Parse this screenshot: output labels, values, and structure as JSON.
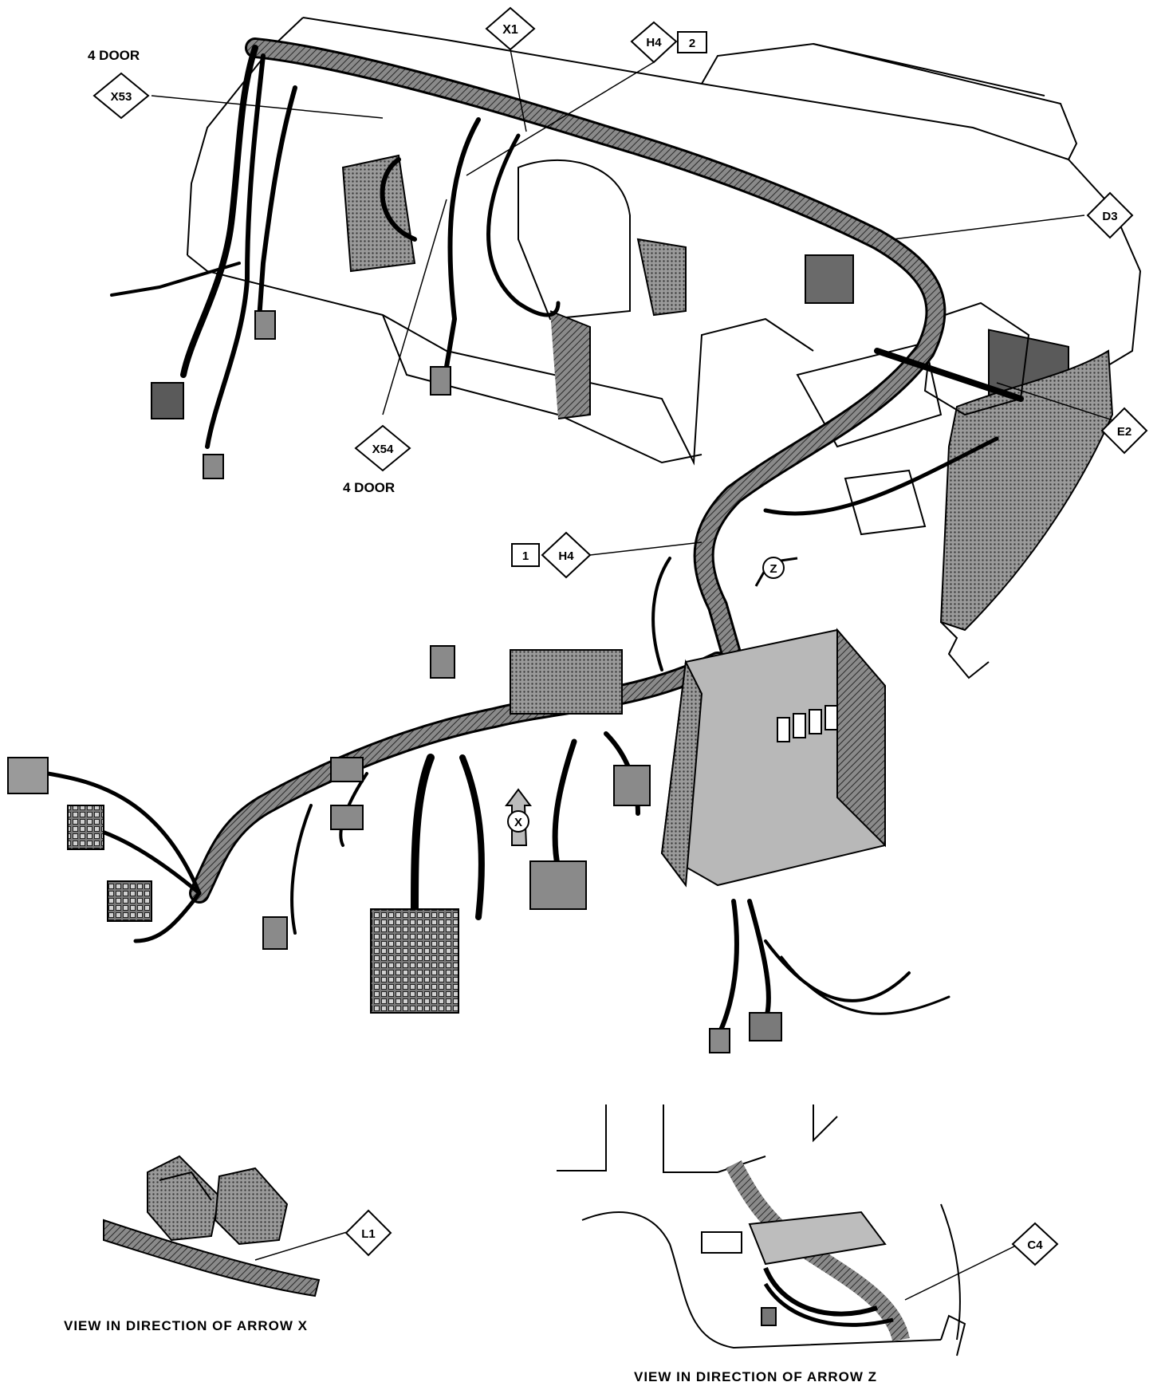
{
  "colors": {
    "ink": "#000000",
    "paper": "#ffffff",
    "hatch": "#6e6e6e",
    "shade": "#4a4a4a"
  },
  "callouts": {
    "x1": "X1",
    "h4_top": "H4",
    "h4_top_num": "2",
    "x53": "X53",
    "x54": "X54",
    "d3": "D3",
    "e2": "E2",
    "h4_mid": "H4",
    "h4_mid_num": "1",
    "l1": "L1",
    "c4": "C4"
  },
  "notes": {
    "four_door_top": "4 DOOR",
    "four_door_bottom": "4 DOOR"
  },
  "arrows": {
    "x": "X",
    "z": "Z"
  },
  "captions": {
    "view_x": "VIEW IN DIRECTION OF ARROW X",
    "view_z": "VIEW IN DIRECTION OF ARROW Z"
  }
}
